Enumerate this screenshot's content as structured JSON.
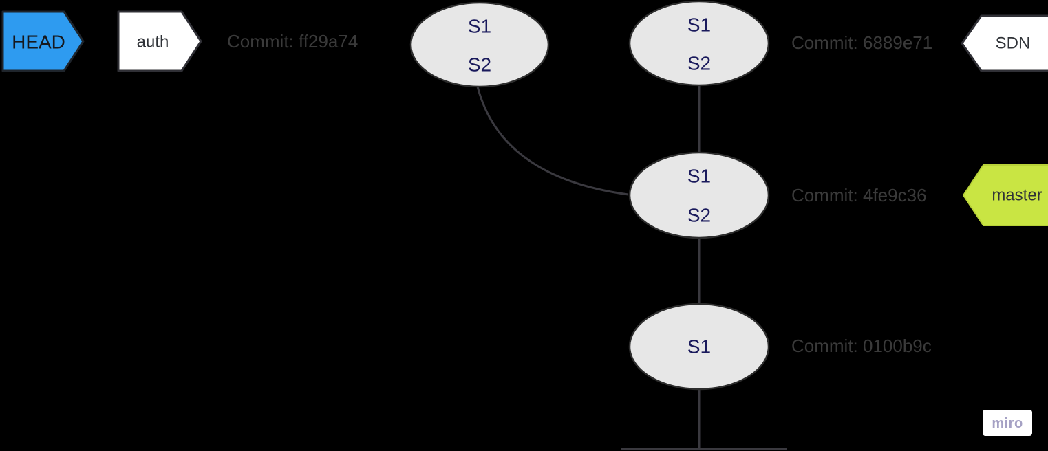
{
  "colors": {
    "background": "#000000",
    "edge": "#3a393f",
    "node_fill": "#e7e7e7",
    "node_stroke": "#2d2d2d",
    "state_text": "#1a1a5c",
    "commit_text": "#3a3a3a",
    "head_tag_fill": "#2e9bf0",
    "branch_tag_fill": "#ffffff",
    "master_tag_fill": "#c9e543",
    "tag_text": "#2f3237",
    "miro_text": "#a5a1c4"
  },
  "tags": {
    "head": "HEAD",
    "auth": "auth",
    "sdn": "SDN",
    "master": "master"
  },
  "commits": [
    {
      "hash": "ff29a74",
      "label": "Commit: ff29a74",
      "states": [
        "S1",
        "S2"
      ]
    },
    {
      "hash": "6889e71",
      "label": "Commit: 6889e71",
      "states": [
        "S1",
        "S2"
      ]
    },
    {
      "hash": "4fe9c36",
      "label": "Commit: 4fe9c36",
      "states": [
        "S1"
      ]
    },
    {
      "hash": "0100b9c",
      "label": "Commit: 0100b9c",
      "states": [
        "S1"
      ]
    }
  ],
  "states_extra": {
    "commit3_s2": "S2"
  },
  "watermark": "miro"
}
